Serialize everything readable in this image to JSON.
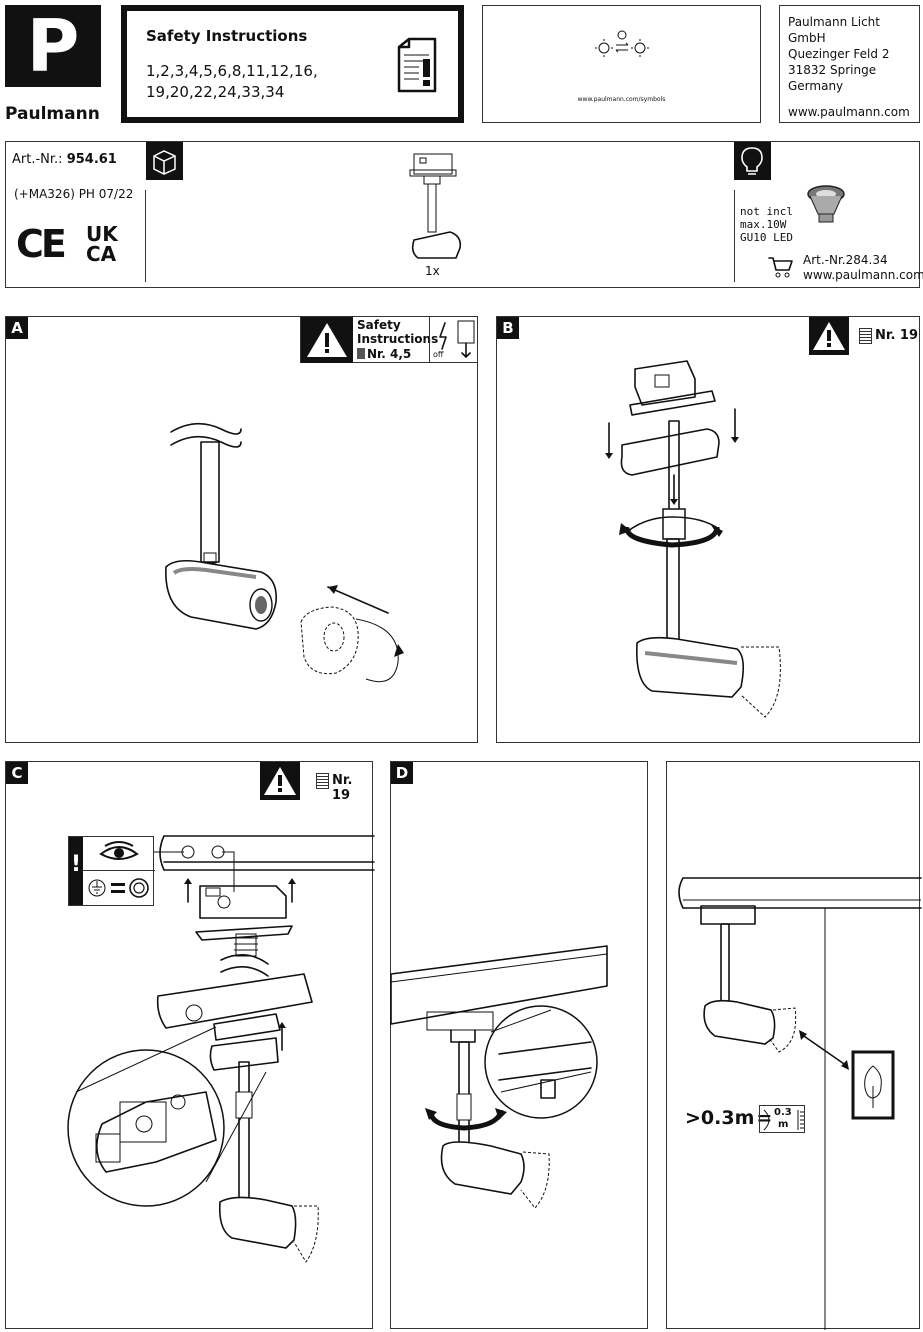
{
  "brand": {
    "name": "Paulmann",
    "letter": "P"
  },
  "safety": {
    "title": "Safety Instructions",
    "nums_line1": "1,2,3,4,5,6,8,11,12,16,",
    "nums_line2": "19,20,22,24,33,34"
  },
  "symbols": {
    "url": "www.paulmann.com/symbols"
  },
  "company": {
    "line1": "Paulmann Licht GmbH",
    "line2": "Quezinger Feld 2",
    "line3": "31832 Springe",
    "line4": "Germany",
    "web": "www.paulmann.com"
  },
  "product": {
    "art_label": "Art.-Nr.:",
    "art_no": "954.61",
    "variant": "(+MA326) PH 07/22",
    "ce": "CE",
    "ukca_top": "UK",
    "ukca_bottom": "CA",
    "qty": "1x",
    "lamp_line1": "not incl",
    "lamp_line2": "max.10W",
    "lamp_line3": "GU10 LED",
    "lamp_art": "Art.-Nr.284.34",
    "lamp_web": "www.paulmann.com"
  },
  "steps": {
    "a": {
      "letter": "A",
      "safety_line1": "Safety",
      "safety_line2": "Instructions",
      "nr": "Nr. 4,5",
      "off": "off"
    },
    "b": {
      "letter": "B",
      "nr": "Nr. 19"
    },
    "c": {
      "letter": "C",
      "nr": "Nr. 19"
    },
    "d": {
      "letter": "D"
    },
    "e": {
      "distance": ">0.3m",
      "eq": "=",
      "label_top": "0.3",
      "label_bottom": "m"
    }
  },
  "icons": [
    "warning-icon",
    "document-icon",
    "box-icon",
    "bulb-icon",
    "cart-icon",
    "eye-icon",
    "ground-icon",
    "sun-icon"
  ]
}
